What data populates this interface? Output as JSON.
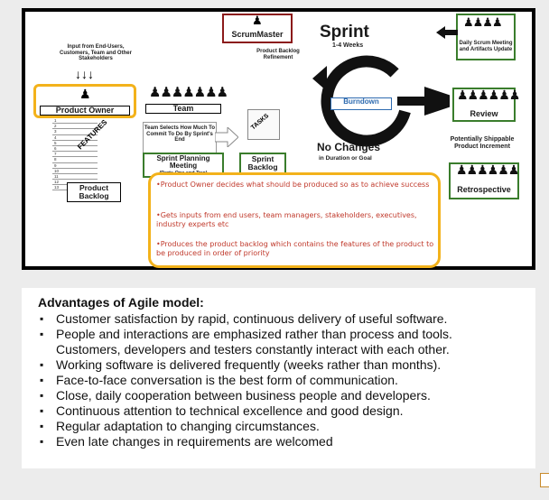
{
  "diagram": {
    "input_text": "Input from End-Users, Customers, Team and Other Stakeholders",
    "product_owner": "Product Owner",
    "team": "Team",
    "scrum_master": "ScrumMaster",
    "product_backlog_refinement": "Product Backlog Refinement",
    "sprint_title": "Sprint",
    "sprint_duration": "1-4 Weeks",
    "daily_scrum": "Daily Scrum Meeting and Artifacts Update",
    "burndown": "Burndown",
    "review": "Review",
    "team_selects": "Team Selects How Much To Commit To Do By Sprint's End",
    "tasks": "TASKS",
    "features": "FEATURES",
    "no_changes": "No Changes",
    "no_changes_sub": "in Duration or Goal",
    "shippable": "Potentially Shippable Product Increment",
    "sprint_planning": "Sprint Planning Meeting",
    "sprint_planning_sub": "(Parts One and Two)",
    "sprint_backlog": "Sprint Backlog",
    "product_backlog": "Product Backlog",
    "retrospective": "Retrospective",
    "backlog_numbers": [
      "1",
      "2",
      "3",
      "4",
      "5",
      "6",
      "7",
      "8",
      "9",
      "10",
      "11",
      "12",
      "13"
    ],
    "notes": [
      "•Product Owner decides what should be produced so as to achieve success",
      "•Gets inputs from end users, team managers, stakeholders, executives, industry experts etc",
      "•Produces the product backlog which contains the features of the product to be produced in order of priority"
    ]
  },
  "advantages": {
    "title": "Advantages of Agile model:",
    "items": [
      "Customer satisfaction by rapid, continuous delivery of useful software.",
      "People and interactions are emphasized rather than process and tools. Customers, developers and testers constantly interact with each other.",
      "Working software is delivered frequently (weeks rather than months).",
      "Face-to-face conversation is the best form of communication.",
      "Close, daily cooperation between business people and developers.",
      "Continuous attention to technical excellence and good design.",
      "Regular adaptation to changing circumstances.",
      "Even late changes in requirements are welcomed"
    ]
  },
  "colors": {
    "green": "#3a7d2c",
    "orange": "#f3b21b",
    "red": "#c0392b",
    "blue": "#2e6bb0"
  }
}
